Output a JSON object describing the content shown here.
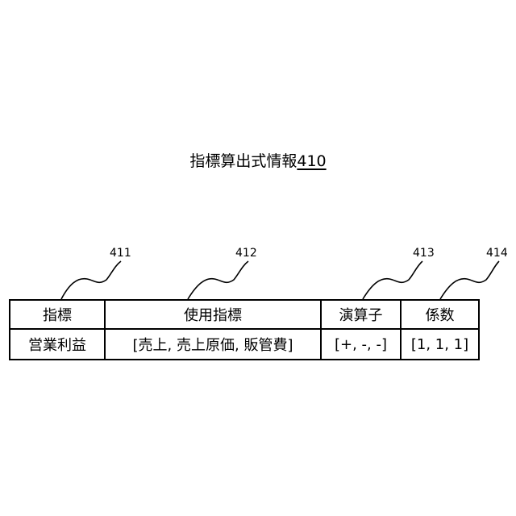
{
  "figure": {
    "title_text": "指標算出式情報",
    "title_ref": "410"
  },
  "labels": {
    "col1_ref": "411",
    "col2_ref": "412",
    "col3_ref": "413",
    "col4_ref": "414"
  },
  "table": {
    "headers": [
      "指標",
      "使用指標",
      "演算子",
      "係数"
    ],
    "rows": [
      [
        "営業利益",
        "[売上, 売上原価, 販管費]",
        "[+, -, -]",
        "[1, 1, 1]"
      ]
    ]
  },
  "colors": {
    "line": "#000000",
    "background": "#ffffff"
  }
}
